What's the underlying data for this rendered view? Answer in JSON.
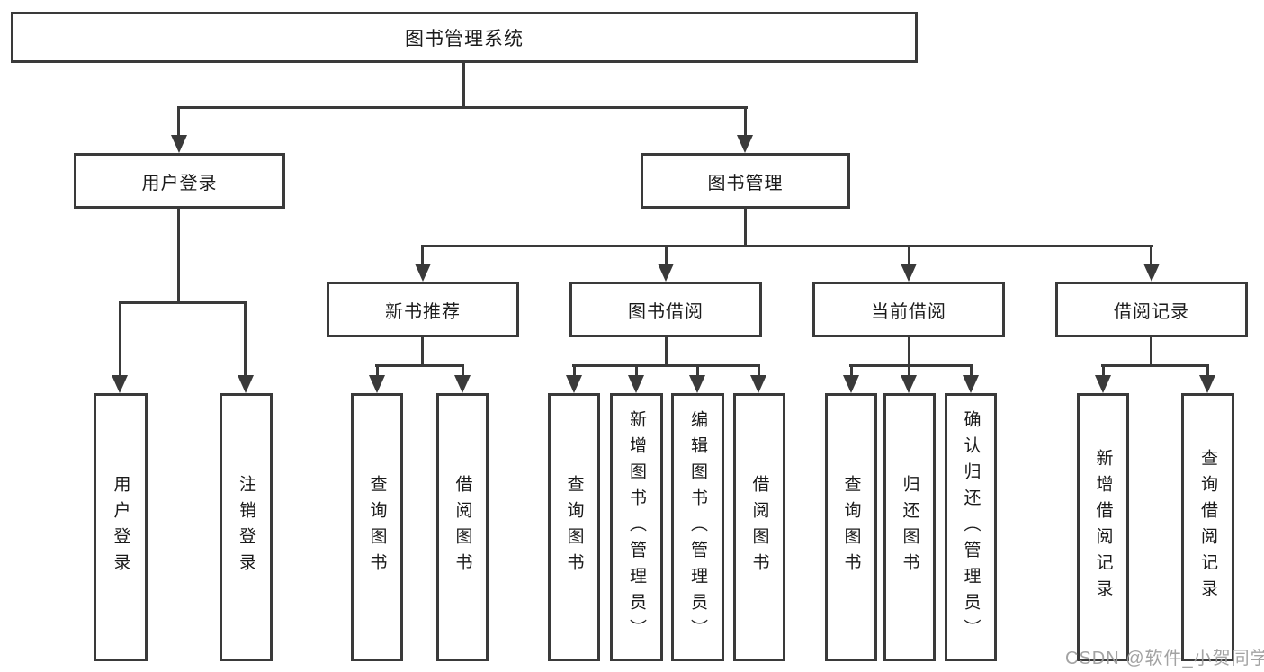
{
  "diagram": {
    "title": "图书管理系统",
    "root": {
      "label": "图书管理系统"
    },
    "level2": [
      {
        "label": "用户登录"
      },
      {
        "label": "图书管理"
      }
    ],
    "level3": [
      {
        "label": "新书推荐"
      },
      {
        "label": "图书借阅"
      },
      {
        "label": "当前借阅"
      },
      {
        "label": "借阅记录"
      }
    ],
    "leaves": [
      {
        "label": "用户登录"
      },
      {
        "label": "注销登录"
      },
      {
        "label": "查询图书"
      },
      {
        "label": "借阅图书"
      },
      {
        "label": "查询图书"
      },
      {
        "label": "新增图书（管理员）"
      },
      {
        "label": "编辑图书（管理员）"
      },
      {
        "label": "借阅图书"
      },
      {
        "label": "查询图书"
      },
      {
        "label": "归还图书"
      },
      {
        "label": "确认归还（管理员）"
      },
      {
        "label": "新增借阅记录"
      },
      {
        "label": "查询借阅记录"
      }
    ]
  },
  "watermark": {
    "text": "CSDN @软件_小贺同学",
    "color": "#9b9b9b"
  },
  "colors": {
    "line": "#3a3a3a",
    "background": "#ffffff",
    "text": "#1a1a1a"
  }
}
